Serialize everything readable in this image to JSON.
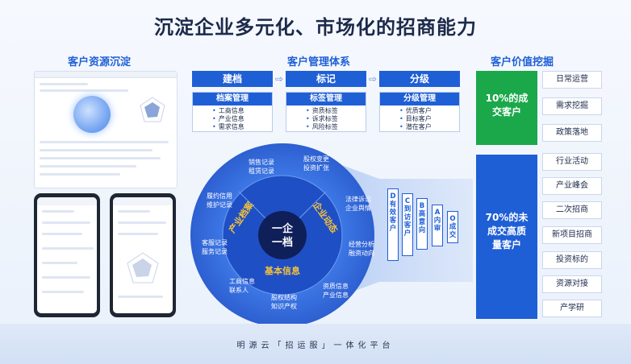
{
  "title": "沉淀企业多元化、市场化的招商能力",
  "sections": {
    "left": "客户资源沉淀",
    "middle": "客户管理体系",
    "right": "客户价值挖掘"
  },
  "steps": [
    {
      "label": "建档",
      "card_title": "档案管理",
      "items": [
        "工商信息",
        "产业信息",
        "需求信息"
      ]
    },
    {
      "label": "标记",
      "card_title": "标签管理",
      "items": [
        "资质标签",
        "诉求标签",
        "风险标签"
      ]
    },
    {
      "label": "分级",
      "card_title": "分级管理",
      "items": [
        "优质客户",
        "目标客户",
        "潜在客户"
      ]
    }
  ],
  "circle": {
    "center_line1": "一企",
    "center_line2": "一档",
    "seg_left": "产业档案",
    "seg_right": "企业动态",
    "seg_bottom": "基本信息",
    "labels": {
      "a1": "销售记录",
      "a2": "租赁记录",
      "b1": "股权变更",
      "b2": "投资扩张",
      "c1": "履约信用",
      "c2": "维护记录",
      "d1": "法律诉讼",
      "d2": "企业舆情",
      "e1": "客服记录",
      "e2": "服务记录",
      "f1": "经营分析",
      "f2": "融资动向",
      "g1": "工商信息",
      "g2": "联系人",
      "h1": "资质信息",
      "h2": "产业信息",
      "i1": "股权结构",
      "i2": "知识产权"
    }
  },
  "grades": [
    "D有效客户",
    "C到访客户",
    "B高意向",
    "A内审",
    "O成交"
  ],
  "value": {
    "green_line1": "10%的成",
    "green_line2": "交客户",
    "blue_line1": "70%的未",
    "blue_line2": "成交高质",
    "blue_line3": "量客户"
  },
  "tags": [
    "日常运营",
    "需求挖掘",
    "政策落地",
    "行业活动",
    "产业峰会",
    "二次招商",
    "新项目招商",
    "投资标的",
    "资源对接",
    "产学研"
  ],
  "footer": "明源云「招运服」一体化平台",
  "colors": {
    "brand": "#1f5fd6",
    "green": "#1aa84a",
    "dark": "#1c2a4a"
  }
}
